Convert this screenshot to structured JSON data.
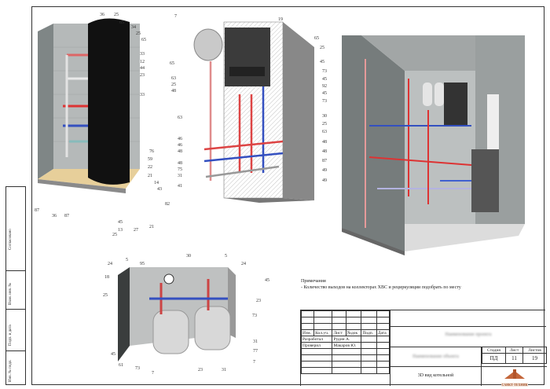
{
  "views": {
    "left_callouts": [
      "36",
      "25",
      "65",
      "34",
      "25",
      "65",
      "33",
      "12",
      "44",
      "23",
      "33",
      "76",
      "59",
      "22",
      "21",
      "14",
      "43",
      "82",
      "87",
      "36",
      "87",
      "45",
      "13",
      "25",
      "27",
      "21"
    ],
    "middle_callouts": [
      "7",
      "19",
      "65",
      "65",
      "25",
      "45",
      "63",
      "25",
      "48",
      "63",
      "73",
      "45",
      "92",
      "45",
      "73",
      "30",
      "25",
      "63",
      "46",
      "46",
      "48",
      "48",
      "75",
      "31",
      "41",
      "48",
      "48",
      "87",
      "49",
      "49"
    ],
    "bottom_callouts": [
      "24",
      "5",
      "95",
      "30",
      "5",
      "24",
      "18",
      "45",
      "25",
      "23",
      "73",
      "45",
      "61",
      "73",
      "23",
      "31",
      "31",
      "77",
      "7",
      "7"
    ]
  },
  "notes": {
    "heading": "Примечания",
    "item": "- Количество выходов на коллекторах ХВС и рециркуляции подобрать по месту"
  },
  "title_block": {
    "headers": [
      "Изм.",
      "Кол.уч.",
      "Лист",
      "№док",
      "Подп.",
      "Дата"
    ],
    "developed_label": "Разработал",
    "developed_name": "Рудин А.",
    "checked_label": "Проверил",
    "checked_name": "Макаров Ю.",
    "project_name": "Наименование проекта",
    "object_name": "Наименование объекта",
    "sheet_title": "3D вид котельной",
    "stage_label": "Стадия",
    "sheet_label": "Лист",
    "sheets_label": "Листов",
    "stage": "ПД",
    "sheet": "11",
    "sheets": "19",
    "logo_text": "САНКТ-ТЕХНИК"
  },
  "side_stamp": {
    "agreed": "Согласовано",
    "inv_replace": "Взам. инв. №",
    "sign_date": "Подп. и дата",
    "inv_orig": "Инв. № подл."
  }
}
